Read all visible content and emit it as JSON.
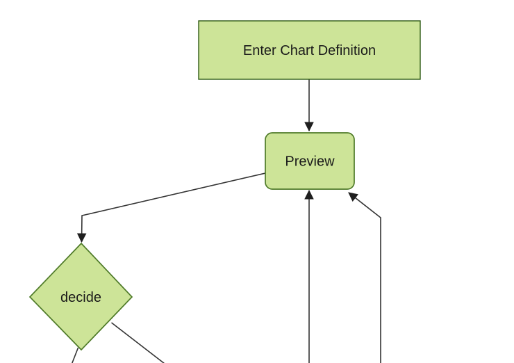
{
  "diagram": {
    "type": "flowchart",
    "direction": "top-down",
    "nodes": [
      {
        "id": "enter-chart-definition",
        "label": "Enter Chart Definition",
        "shape": "rectangle"
      },
      {
        "id": "preview",
        "label": "Preview",
        "shape": "rounded-rectangle"
      },
      {
        "id": "decide",
        "label": "decide",
        "shape": "diamond"
      }
    ],
    "edges": [
      {
        "from": "enter-chart-definition",
        "to": "preview",
        "arrowhead": true
      },
      {
        "from": "preview",
        "to": "decide",
        "arrowhead": true
      },
      {
        "from": "decide",
        "to": "offscreen-bottom-left",
        "arrowhead": false
      },
      {
        "from": "decide",
        "to": "offscreen-bottom-right",
        "arrowhead": false
      },
      {
        "from": "offscreen-bottom",
        "to": "preview",
        "arrowhead": true
      },
      {
        "from": "offscreen-bottom-right",
        "to": "preview",
        "arrowhead": true
      }
    ]
  },
  "colors": {
    "background": "#ffffff",
    "node_fill": "#cde498",
    "rect_border": "#2f5a16",
    "rounded_border": "#4e7a28",
    "diamond_border": "#4e7a28",
    "edge": "#333333",
    "arrowhead": "#1f1f1f",
    "label": "#1a1a1a"
  }
}
